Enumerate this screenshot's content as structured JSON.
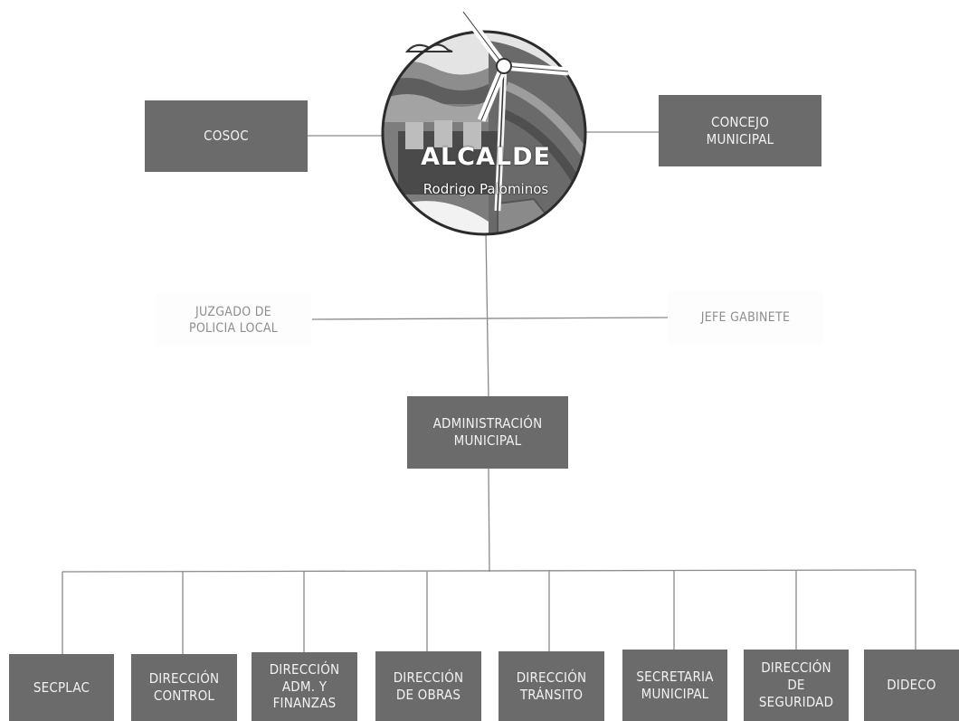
{
  "logo": {
    "title": "ALCALDE",
    "subtitle": "Rodrigo Palominos"
  },
  "top": {
    "left_box": "COSOC",
    "right_box": "CONCEJO\nMUNICIPAL"
  },
  "middle": {
    "left_label": "JUZGADO DE\nPOLICIA LOCAL",
    "right_label": "JEFE GABINETE"
  },
  "center_box": "ADMINISTRACIÓN\nMUNICIPAL",
  "departments": [
    "SECPLAC",
    "DIRECCIÓN\nCONTROL",
    "DIRECCIÓN\nADM. Y\nFINANZAS",
    "DIRECCIÓN\nDE OBRAS",
    "DIRECCIÓN\nTRÁNSITO",
    "SECRETARIA\nMUNICIPAL",
    "DIRECCIÓN\nDE\nSEGURIDAD",
    "DIDECO"
  ],
  "colors": {
    "box": "#6b6b6b",
    "line": "#8a8a8a"
  }
}
